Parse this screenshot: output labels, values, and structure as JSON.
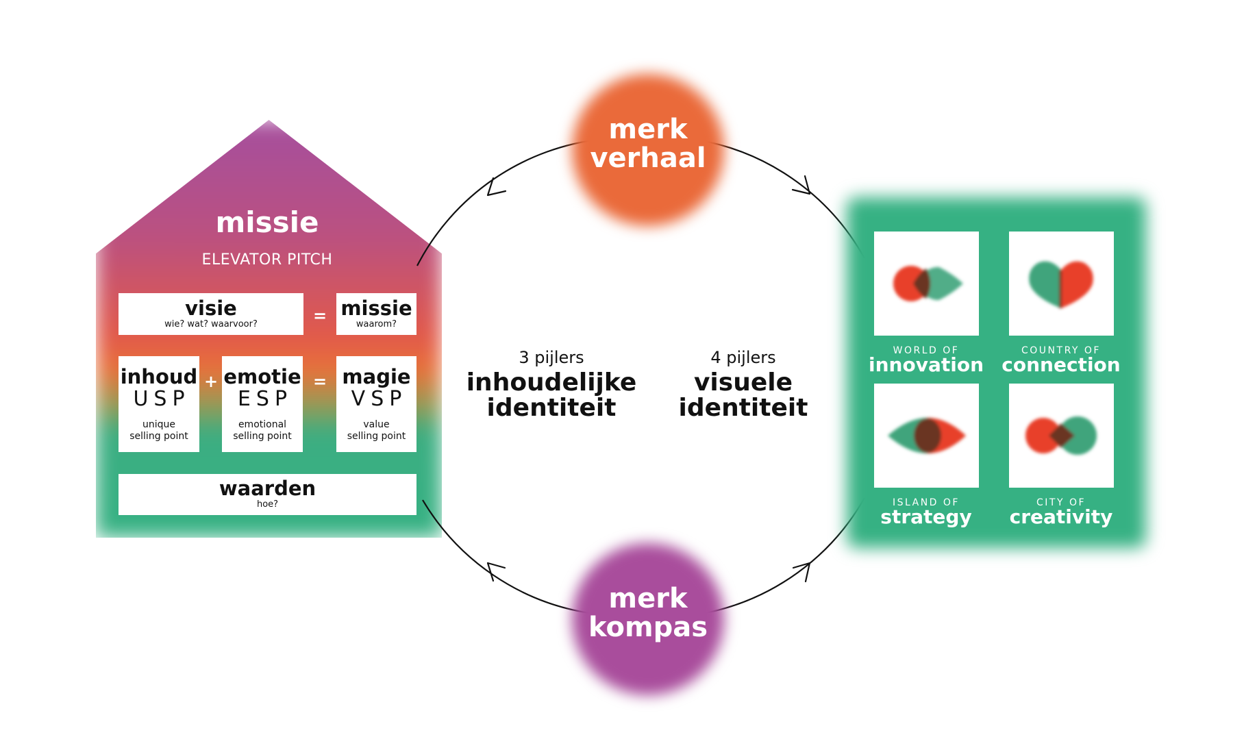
{
  "house": {
    "title": "missie",
    "subtitle": "ELEVATOR PITCH",
    "visie": {
      "title": "visie",
      "sub": "wie? wat? waarvoor?"
    },
    "missie": {
      "title": "missie",
      "sub": "waarom?"
    },
    "inhoud": {
      "title": "inhoud",
      "code": "USP",
      "desc1": "unique",
      "desc2": "selling point"
    },
    "emotie": {
      "title": "emotie",
      "code": "ESP",
      "desc1": "emotional",
      "desc2": "selling point"
    },
    "magie": {
      "title": "magie",
      "code": "VSP",
      "desc1": "value",
      "desc2": "selling point"
    },
    "waarden": {
      "title": "waarden",
      "sub": "hoe?"
    },
    "ops": {
      "equals": "=",
      "plus": "+"
    }
  },
  "cycle": {
    "top_line1": "merk",
    "top_line2": "verhaal",
    "bottom_line1": "merk",
    "bottom_line2": "kompas",
    "left_small": "3 pijlers",
    "left_big1": "inhoudelijke",
    "left_big2": "identiteit",
    "right_small": "4 pijlers",
    "right_big1": "visuele",
    "right_big2": "identiteit",
    "colors": {
      "orange": "#ea6a3a",
      "purple": "#a94d9c"
    }
  },
  "panel": {
    "color": "#36b183",
    "tiles": [
      {
        "small": "WORLD OF",
        "big": "innovation"
      },
      {
        "small": "COUNTRY OF",
        "big": "connection"
      },
      {
        "small": "ISLAND OF",
        "big": "strategy"
      },
      {
        "small": "CITY OF",
        "big": "creativity"
      }
    ],
    "shape_colors": {
      "red": "#e8412b",
      "green": "#3fa47b",
      "dark": "#6a3524"
    }
  }
}
